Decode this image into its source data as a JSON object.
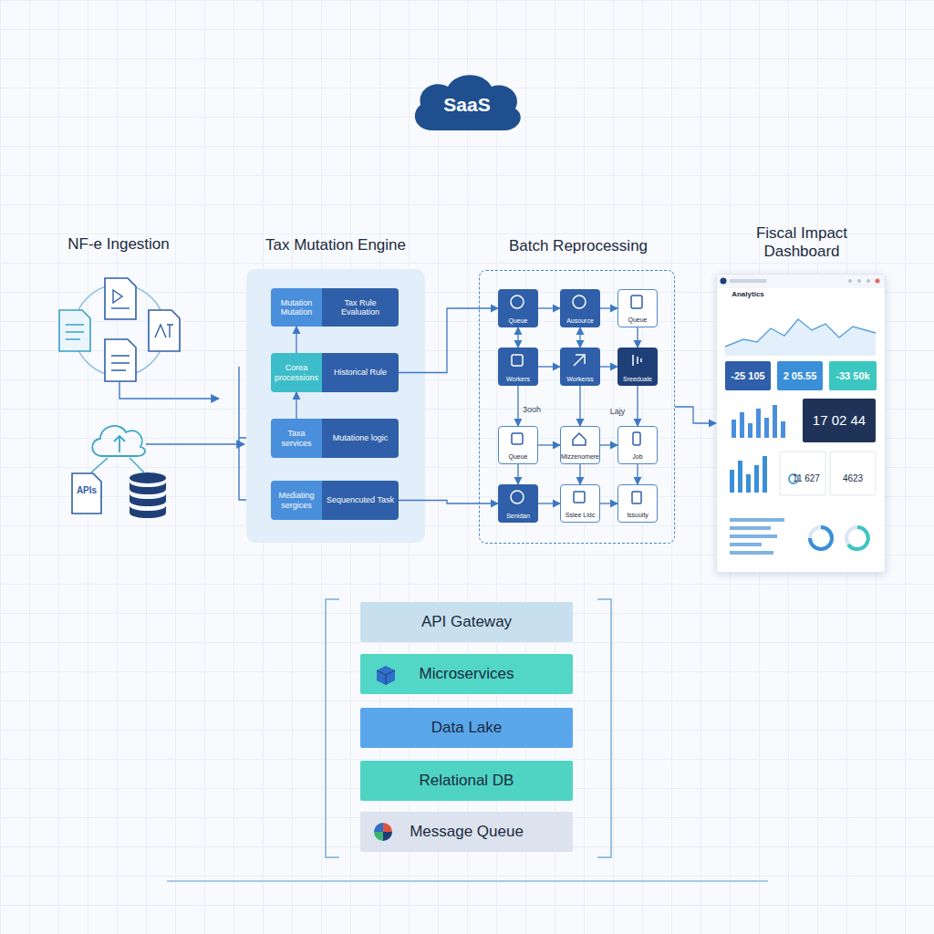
{
  "diagram": {
    "nodes": [
      {
        "text": [
          "SaaS"
        ]
      },
      {
        "text": [
          "APIs"
        ]
      },
      {
        "text": [
          "Tax Mutation Engine"
        ]
      },
      {
        "text": [
          "Mutation Mutation"
        ],
        "in": 2
      },
      {
        "text": [
          "Tax Rule Evaluation"
        ],
        "in": 2
      },
      {
        "text": [
          "Corea processions"
        ],
        "in": 2
      },
      {
        "text": [
          "Historical Rule"
        ],
        "in": 2
      },
      {
        "text": [
          "Taxa services"
        ],
        "in": 2
      },
      {
        "text": [
          "Mutatione logic"
        ],
        "in": 2
      },
      {
        "text": [
          "Mediating sergices"
        ],
        "in": 2
      },
      {
        "text": [
          "Sequencuted Task"
        ],
        "in": 2
      },
      {
        "text": [
          "Batch Reprocessing"
        ]
      },
      {
        "text": [
          "Queue"
        ],
        "in": 11
      },
      {
        "text": [
          "Ausource"
        ],
        "in": 11
      },
      {
        "text": [
          "Queue"
        ],
        "in": 11
      },
      {
        "text": [
          "Workers"
        ],
        "in": 11
      },
      {
        "text": [
          "Workerss"
        ],
        "in": 11
      },
      {
        "text": [
          "Sreeduale"
        ],
        "in": 11
      },
      {
        "text": [
          "Queue"
        ],
        "in": 11
      },
      {
        "text": [
          "Mizzenomere"
        ],
        "in": 11
      },
      {
        "text": [
          "Job"
        ],
        "in": 11
      },
      {
        "text": [
          "Senidan"
        ],
        "in": 11
      },
      {
        "text": [
          "Sslee Lidc"
        ],
        "in": 11
      },
      {
        "text": [
          "Issuuity"
        ],
        "in": 11
      },
      {
        "text": [
          "Fiscal Impact Dashboard"
        ]
      },
      {
        "text": [
          "API Gateway"
        ]
      },
      {
        "text": [
          "Microservices"
        ]
      },
      {
        "text": [
          "Data Lake"
        ]
      },
      {
        "text": [
          "Relational DB"
        ]
      },
      {
        "text": [
          "Message Queue"
        ]
      }
    ],
    "edges": [
      {
        "from": 5,
        "to": 3,
        "arrow": "to"
      },
      {
        "from": 7,
        "to": 5,
        "arrow": "to"
      },
      {
        "from": 6,
        "to": 12,
        "arrow": "to"
      },
      {
        "from": 10,
        "to": 21,
        "arrow": "to"
      },
      {
        "from": 12,
        "to": 13,
        "arrow": "to"
      },
      {
        "from": 13,
        "to": 14,
        "arrow": "to"
      },
      {
        "from": 12,
        "to": 15,
        "arrow": "both"
      },
      {
        "from": 13,
        "to": 16,
        "arrow": "both"
      },
      {
        "from": 14,
        "to": 17,
        "arrow": "to"
      },
      {
        "from": 15,
        "to": 16,
        "arrow": "to"
      },
      {
        "from": 16,
        "to": 17,
        "arrow": "to"
      },
      {
        "from": 15,
        "to": 18,
        "arrow": "to"
      },
      {
        "from": 16,
        "to": 19,
        "arrow": "to"
      },
      {
        "from": 17,
        "to": 20,
        "arrow": "to"
      },
      {
        "from": 18,
        "to": 19,
        "arrow": "to"
      },
      {
        "from": 19,
        "to": 20,
        "arrow": "to"
      },
      {
        "from": 18,
        "to": 21,
        "arrow": "to"
      },
      {
        "from": 19,
        "to": 22,
        "arrow": "to"
      },
      {
        "from": 20,
        "to": 23,
        "arrow": "to"
      },
      {
        "from": 21,
        "to": 22,
        "arrow": "to"
      },
      {
        "from": 22,
        "to": 23,
        "arrow": "to"
      },
      {
        "from": 11,
        "to": 24,
        "arrow": "to"
      }
    ],
    "labels": [
      "NF-e Ingestion",
      "3ooh",
      "Lajy",
      "Analytics",
      "-25 105",
      "2 05.55",
      "-33 50k",
      "17 02 44",
      "11 627",
      "4623"
    ]
  }
}
